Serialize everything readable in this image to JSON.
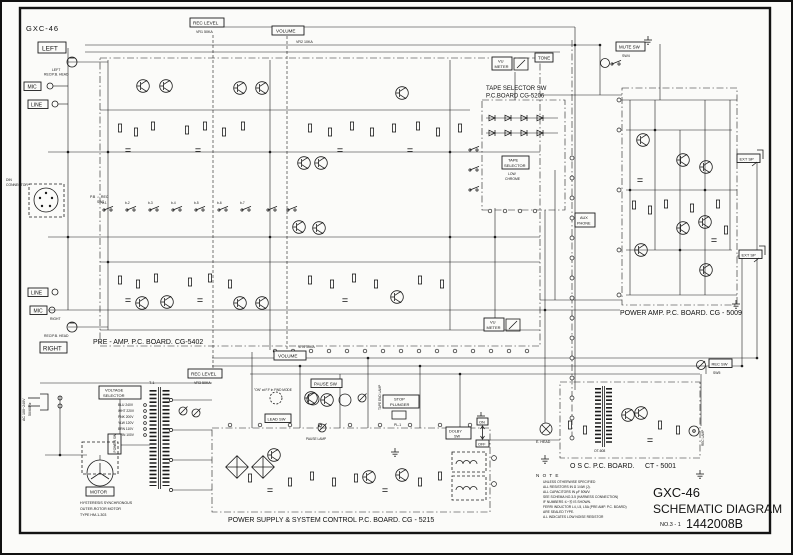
{
  "corner": {
    "model": "GXC-46"
  },
  "boards": {
    "preamp": "PRE - AMP.  P.C.  BOARD.  CG-5402",
    "tape_selector_1": "TAPE  SELECTOR  SW",
    "tape_selector_2": "P.C.BOARD     CG-5206",
    "power_amp": "POWER  AMP.  P.C.  BOARD.        CG - 5009",
    "power_supply": "POWER  SUPPLY  &  SYSTEM  CONTROL  P.C. BOARD.       CG - 5215",
    "osc": "O S C.   P.C.   BOARD.",
    "osc_code": "CT - 5001"
  },
  "io": {
    "left": "LEFT",
    "right": "RIGHT",
    "head_left_1": "LEFT",
    "head_left_2": "REC/P.B. HEAD",
    "head_right_1": "RIGHT",
    "head_right_2": "REC/P.B. HEAD",
    "mic_top": "MIC",
    "line_top": "LINE",
    "line_bottom": "LINE",
    "mic_bottom": "MIC",
    "din_1": "DIN",
    "din_2": "CONNECTOR",
    "aux_1": "AUX",
    "aux_2": "PHONE",
    "ext_sp_top": "EXT  SP",
    "ext_sp_bottom": "EXT  SP"
  },
  "controls": {
    "rec_level_top": "REC LEVEL",
    "rec_level_top_vr": "VR1  50KA",
    "rec_level_bottom": "REC LEVEL",
    "rec_level_bottom_vr": "VR3  50KA",
    "volume_top": "VOLUME",
    "volume_top_vr": "VR2  10KA",
    "volume_bottom": "VOLUME",
    "volume_bottom_vr": "VR4  10KA",
    "tone": "TONE",
    "vu_top_1": "VU",
    "vu_top_2": "METER",
    "vu_bottom_1": "VU",
    "vu_bottom_2": "METER",
    "tape_sel_1": "TAPE",
    "tape_sel_2": "SELECTOR",
    "tape_sel_low": "LOW",
    "tape_sel_chrome": "CHROME"
  },
  "switches": {
    "pb_rec": "P.B ⇔ REC",
    "sw1": "SW1",
    "mute": "MUTE  SW",
    "sw4": "SW4",
    "pause": "PAUSE  SW",
    "pause_note": "\"ON\" at F.F in FWD MODE",
    "lead": "LEAD  SW",
    "rec": "REC  SW",
    "sw5": "SW5",
    "dolby_1": "DOLBY",
    "dolby_2": "SW",
    "on": "ON",
    "off": "OFF",
    "power": "POWER SW"
  },
  "lamps": {
    "pause": "PAUSE LAMP",
    "tape_end": "TAPE END LAMP",
    "rec": "REC LAMP"
  },
  "plunger": {
    "l1": "STOP",
    "l2": "PLUNGER",
    "pl1": "PL-1"
  },
  "power": {
    "ac_1": "AC 100~240V",
    "ac_2": "50/60Hz",
    "volt_sel_1": "VOLTAGE",
    "volt_sel_2": "SELECTOR",
    "taps": [
      "BLU 240V",
      "WHT 220V",
      "PNK 200V",
      "YLW 120V",
      "BRN 110V",
      "GRN 100V"
    ],
    "t1": "T-1",
    "motor": "MOTOR",
    "motor_note_1": "HYSTERESIS  SYNCHRONOUS",
    "motor_note_2": "OUTER-ROTOR  MOTOR",
    "motor_note_3": "TYPE  HM-1-303"
  },
  "osc": {
    "coil": "OT-608"
  },
  "heads": {
    "erase": "E. HEAD"
  },
  "sw_row": [
    "b-1",
    "b-2",
    "b-3",
    "b-4",
    "b-5",
    "b-6",
    "b-7"
  ],
  "note": {
    "heading": "N O T E",
    "lines": [
      "UNLESS OTHERWISE SPECIFIED",
      "ALL RESISTORS IN Ω 1/4W (J).",
      "ALL CAPACITORS IN μF 50WV.",
      "SEE SCHEMA NO.3-5 (HARNESS CONNECTION)",
      "IF NUMBERS ①~⑮ IS SHOWN.",
      "FERRI INDUCTOR L4, L5, L5A (PRE AMP. P.C. BOARD)",
      "ARE SEALED TYPE.",
      "A.L INDICATES LOW NOISE RESISTOR"
    ]
  },
  "title": {
    "model": "GXC-46",
    "doc": "SCHEMATIC DIAGRAM",
    "sheet": "NO.3 - 1",
    "code": "1442008B"
  }
}
